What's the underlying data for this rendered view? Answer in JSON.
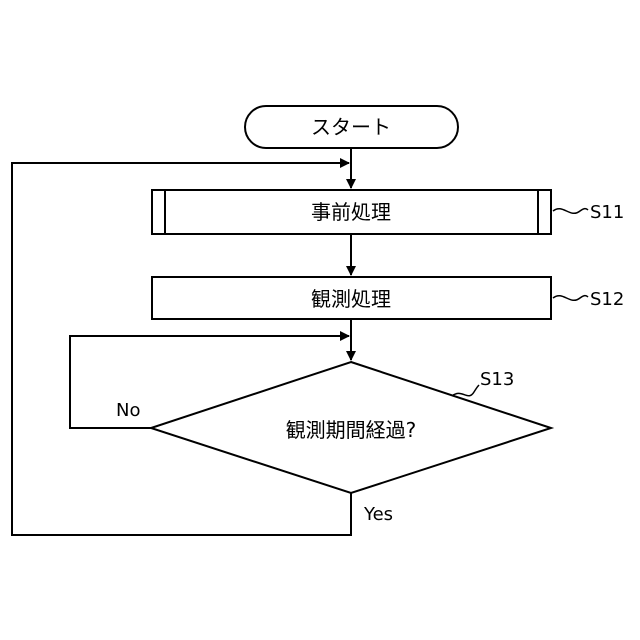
{
  "colors": {
    "stroke": "#000000",
    "background": "#ffffff"
  },
  "nodes": {
    "start": {
      "label": "スタート"
    },
    "s11": {
      "label": "事前処理",
      "ref": "S11"
    },
    "s12": {
      "label": "観測処理",
      "ref": "S12"
    },
    "s13": {
      "label": "観測期間経過?",
      "ref": "S13"
    }
  },
  "branches": {
    "no": "No",
    "yes": "Yes"
  }
}
